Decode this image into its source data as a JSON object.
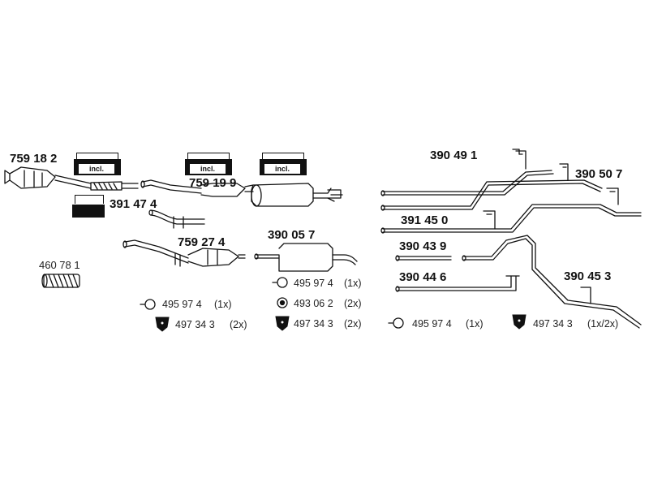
{
  "diagram": {
    "part_numbers": {
      "p759182": "759 18 2",
      "p391474": "391 47 4",
      "p460781": "460 78 1",
      "p759199": "759 19 9",
      "p759274": "759 27 4",
      "p390057": "390 05 7",
      "p390491": "390 49 1",
      "p390507": "390 50 7",
      "p391450": "391 45 0",
      "p390439": "390 43 9",
      "p390446": "390 44 6",
      "p390453": "390 45 3"
    },
    "kit_label": "incl.",
    "accessories": {
      "a1_code": "495 97 4",
      "a1_qty": "(1x)",
      "a2_code": "497 34 3",
      "a2_qty": "(2x)",
      "a3_code": "495 97 4",
      "a3_qty": "(1x)",
      "a4_code": "493 06 2",
      "a4_qty": "(2x)",
      "a5_code": "497 34 3",
      "a5_qty": "(2x)",
      "a6_code": "495 97 4",
      "a6_qty": "(1x)",
      "a7_code": "497 34 3",
      "a7_qty": "(1x/2x)"
    },
    "icons": [
      "exhaust-pipe-icon",
      "catalytic-converter-icon",
      "muffler-icon",
      "mounting-kit-icon",
      "clamp-ring-icon",
      "rubber-hanger-icon",
      "bolt-nut-icon"
    ]
  }
}
